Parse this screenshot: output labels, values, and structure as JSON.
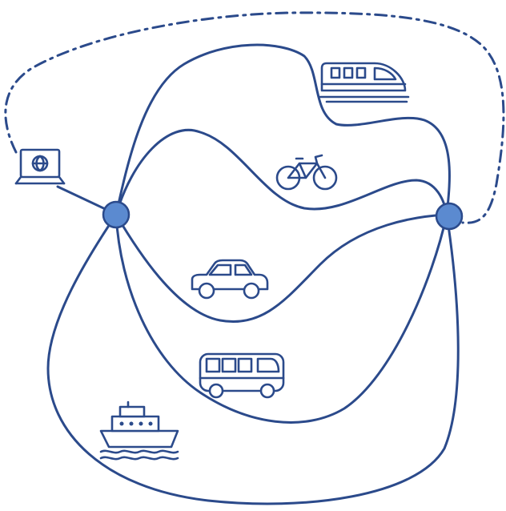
{
  "diagram": {
    "nodes": [
      {
        "id": "origin"
      },
      {
        "id": "destination"
      }
    ],
    "routes": [
      {
        "mode": "online",
        "style": "dash-dot",
        "icon": "laptop-icon"
      },
      {
        "mode": "train",
        "style": "solid",
        "icon": "train-icon"
      },
      {
        "mode": "bicycle",
        "style": "solid",
        "icon": "bicycle-icon"
      },
      {
        "mode": "car",
        "style": "solid",
        "icon": "car-icon"
      },
      {
        "mode": "bus",
        "style": "solid",
        "icon": "bus-icon"
      },
      {
        "mode": "ship",
        "style": "solid",
        "icon": "ship-icon"
      }
    ],
    "colors": {
      "line": "#2b4a8b",
      "node_fill": "#5b8ad0",
      "background": "#ffffff"
    }
  }
}
